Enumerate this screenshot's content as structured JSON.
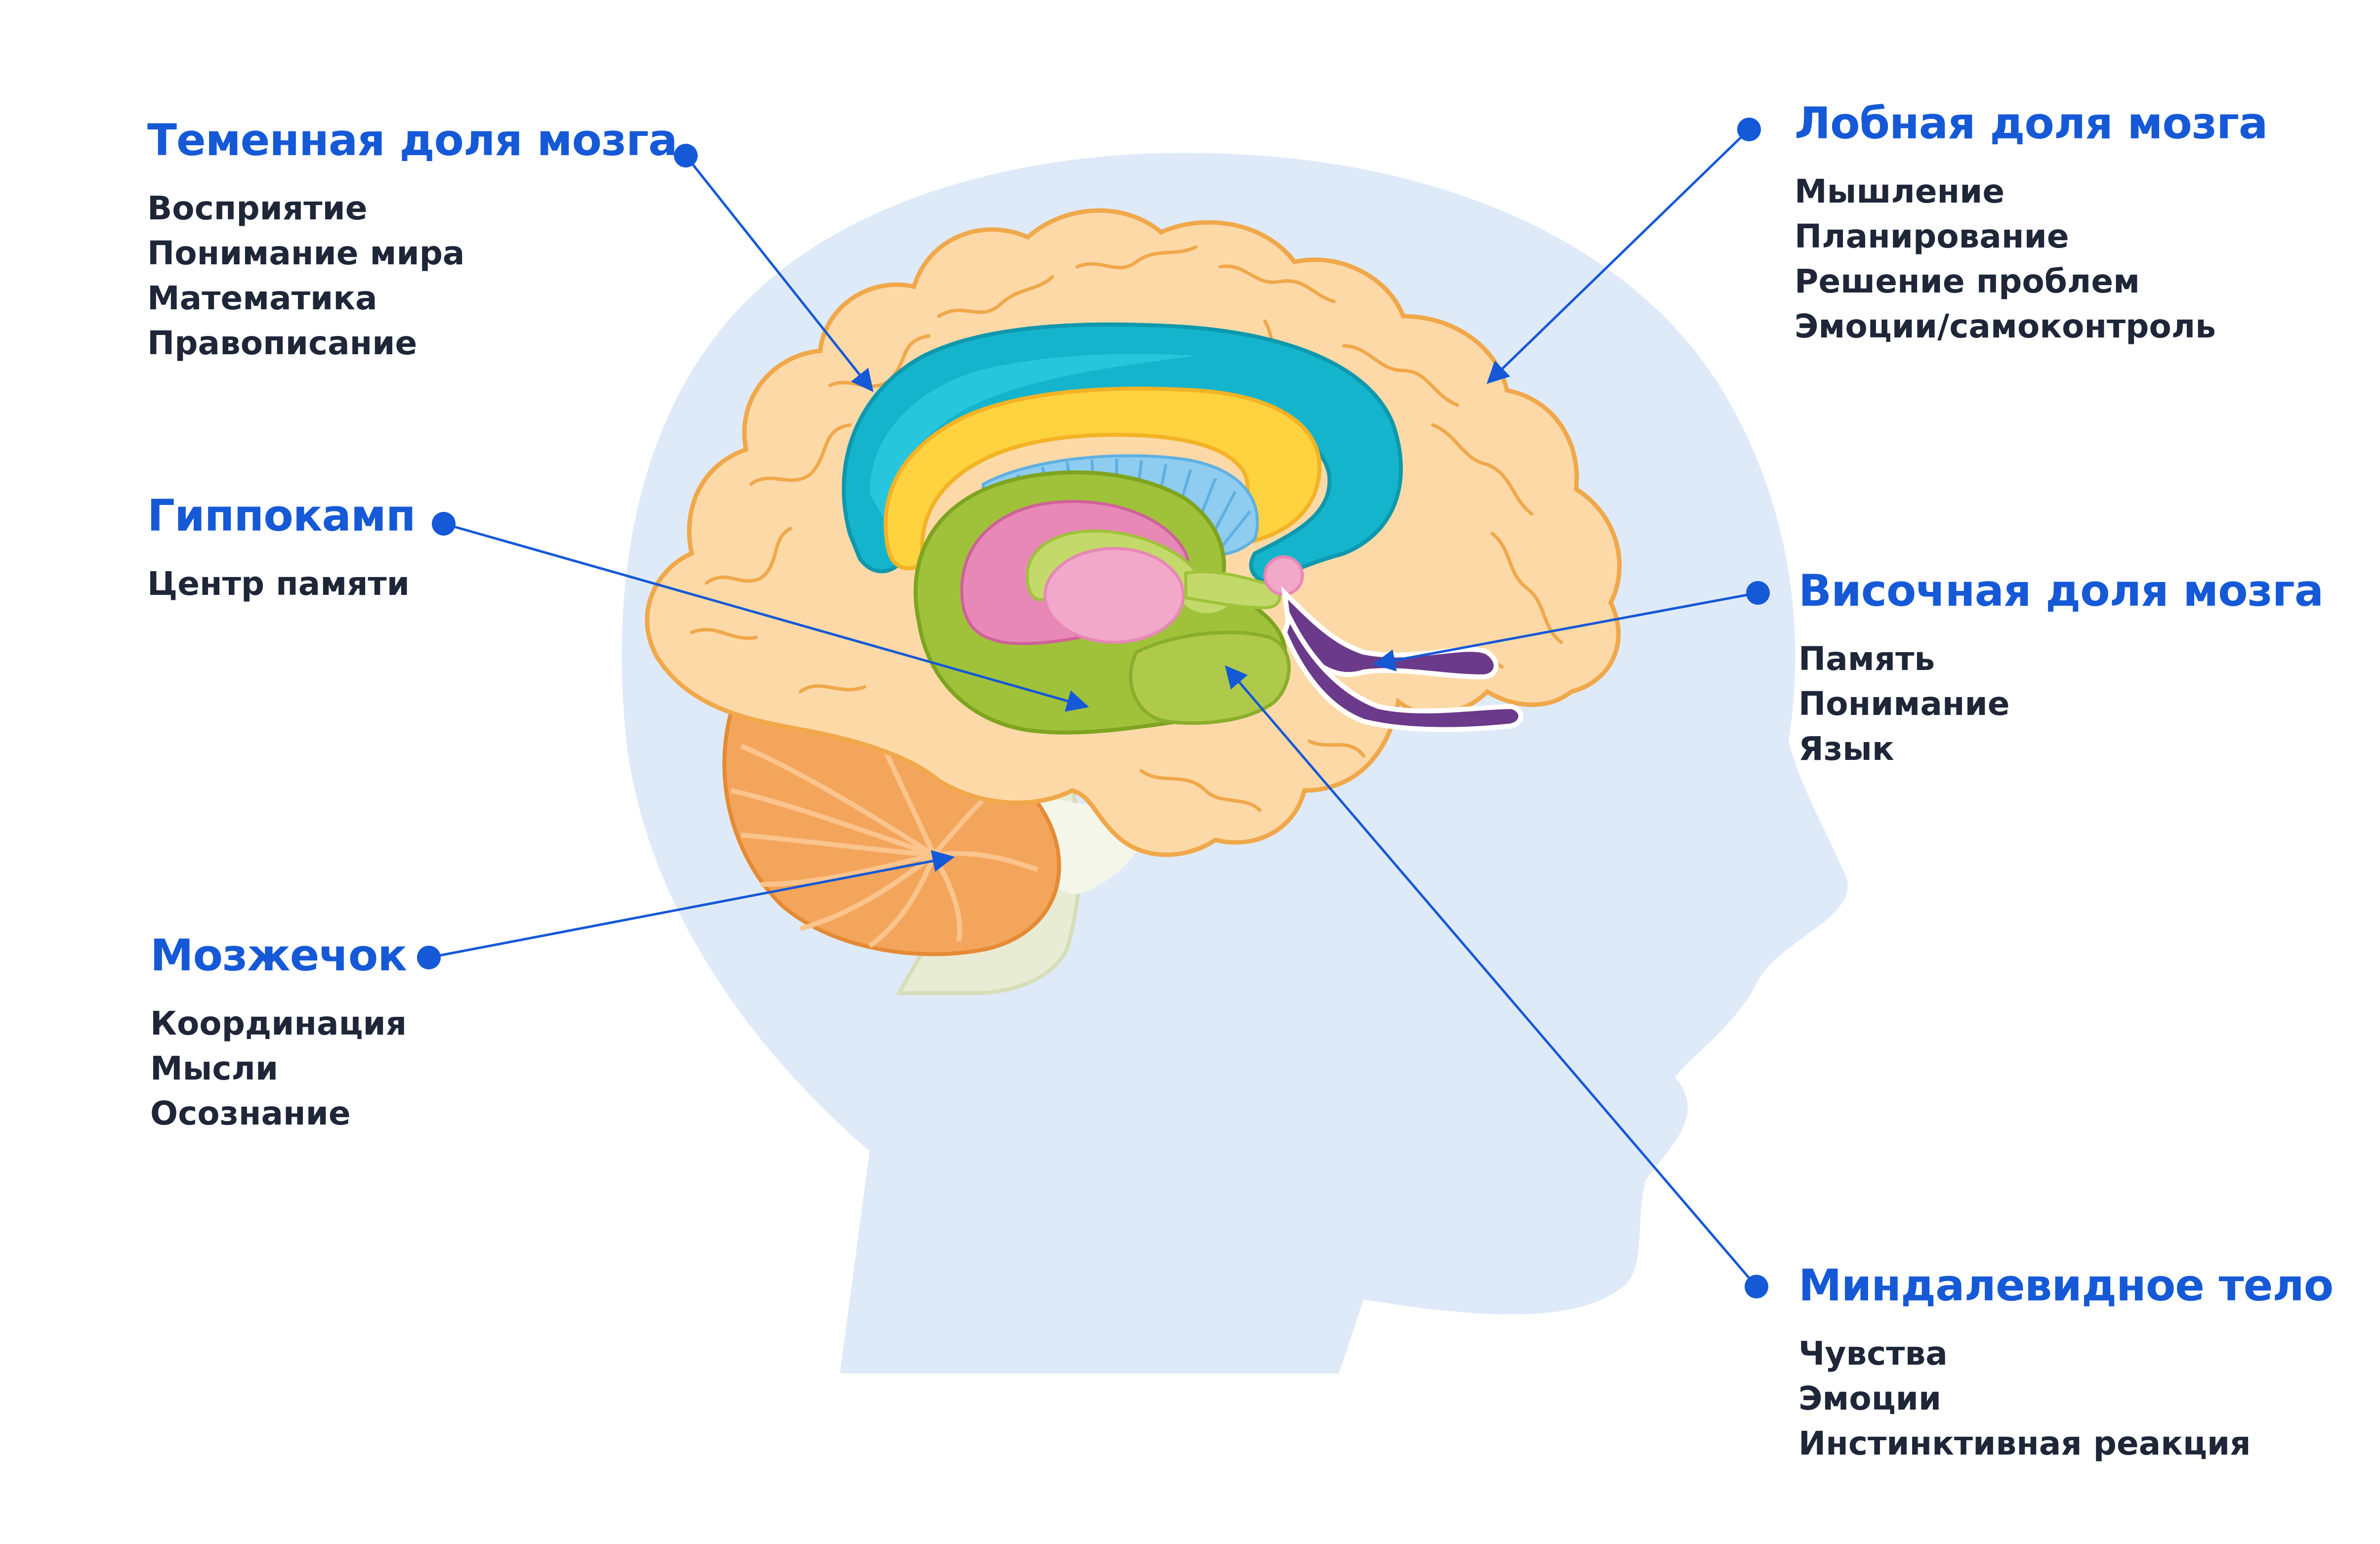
{
  "regions": [
    {
      "id": "parietal",
      "title": "Теменная доля мозга",
      "items": [
        "Восприятие",
        "Понимание мира",
        "Математика",
        "Правописание"
      ]
    },
    {
      "id": "frontal",
      "title": "Лобная доля мозга",
      "items": [
        "Мышление",
        "Планирование",
        "Решение проблем",
        "Эмоции/самоконтроль"
      ]
    },
    {
      "id": "hippocampus",
      "title": "Гиппокамп",
      "items": [
        "Центр памяти"
      ]
    },
    {
      "id": "temporal",
      "title": "Височная доля мозга",
      "items": [
        "Память",
        "Понимание",
        "Язык"
      ]
    },
    {
      "id": "cerebellum",
      "title": "Мозжечок",
      "items": [
        "Координация",
        "Мысли",
        "Осознание"
      ]
    },
    {
      "id": "amygdala",
      "title": "Миндалевидное тело",
      "items": [
        "Чувства",
        "Эмоции",
        "Инстинктивная реакция"
      ]
    }
  ],
  "colors": {
    "head": "#dfeaf8",
    "cortex": "#fdd9a8",
    "cortex_stroke": "#f0a84a",
    "cerebellum": "#f4a55c",
    "brainstem": "#e9ecd5",
    "ventricle": "#14b4cc",
    "corpus": "#ffd23f",
    "thalamus_outer": "#9fc23a",
    "thalamus_inner": "#e788b6",
    "thalamus_core": "#f2a8c8",
    "fornix_blue": "#8ecdf0",
    "temporal_vessel": "#6b3a8a",
    "pointer": "#1559d6",
    "title_text": "#1559d6",
    "item_text": "#1e2638"
  }
}
